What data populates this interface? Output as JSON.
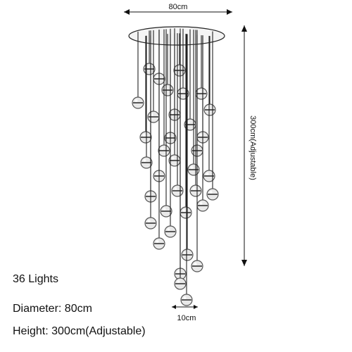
{
  "dimensions": {
    "top_width_label": "80cm",
    "height_label": "300cm(Adjustable)",
    "bottom_width_label": "10cm"
  },
  "specs": {
    "lights": "36 Lights",
    "diameter": "Diameter: 80cm",
    "height": "Height: 300cm(Adjustable)"
  },
  "colors": {
    "line": "#222222",
    "globe": "#555555"
  }
}
